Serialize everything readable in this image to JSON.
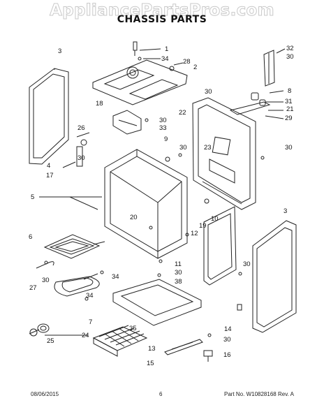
{
  "watermark": "AppliancePartsPros.com",
  "title": "CHASSIS PARTS",
  "callouts": [
    "1",
    "34",
    "28",
    "2",
    "3",
    "32",
    "30",
    "8",
    "30",
    "31",
    "21",
    "29",
    "18",
    "30",
    "22",
    "33",
    "26",
    "9",
    "30",
    "23",
    "30",
    "4",
    "30",
    "17",
    "5",
    "20",
    "19",
    "10",
    "12",
    "3",
    "6",
    "11",
    "30",
    "38",
    "30",
    "27",
    "30",
    "34",
    "34",
    "7",
    "35",
    "14",
    "25",
    "24",
    "13",
    "30",
    "15",
    "16"
  ],
  "footer": {
    "date": "08/06/2015",
    "page": "6",
    "part_label": "Part No.",
    "part_no": "W10828168",
    "rev_label": "Rev.",
    "rev": "A"
  }
}
